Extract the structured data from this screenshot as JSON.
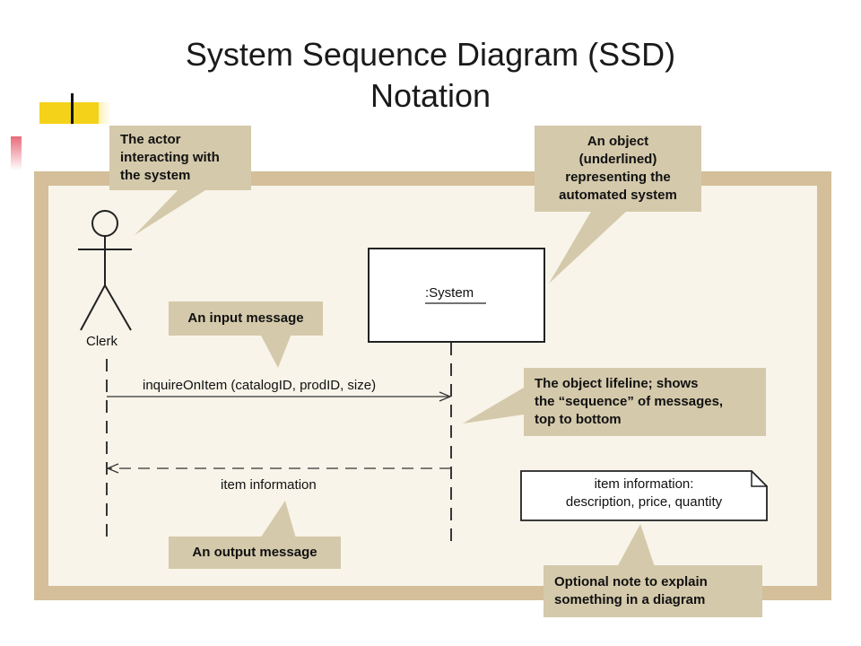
{
  "title": {
    "line1": "System Sequence Diagram (SSD)",
    "line2": "Notation"
  },
  "colors": {
    "frame": "#d4bf9a",
    "panel": "#f8f4e9",
    "callout": "#d4c9ab",
    "title_accent": "#f5d21a"
  },
  "diagram": {
    "actor": {
      "name": "Clerk",
      "icon": "stick-figure-icon"
    },
    "object": {
      "name": ":System"
    },
    "messages": {
      "input": "inquireOnItem (catalogID, prodID, size)",
      "output": "item information"
    },
    "note": {
      "line1": "item information:",
      "line2": "description, price, quantity"
    }
  },
  "callouts": {
    "actor": [
      "The actor",
      "interacting with",
      "the system"
    ],
    "object": [
      "An object",
      "(underlined)",
      "representing the",
      "automated system"
    ],
    "input": [
      "An input message"
    ],
    "lifeline": [
      "The object lifeline; shows",
      "the “sequence” of messages,",
      "top to bottom"
    ],
    "output": [
      "An output message"
    ],
    "note": [
      "Optional note to explain",
      "something in a diagram"
    ]
  }
}
